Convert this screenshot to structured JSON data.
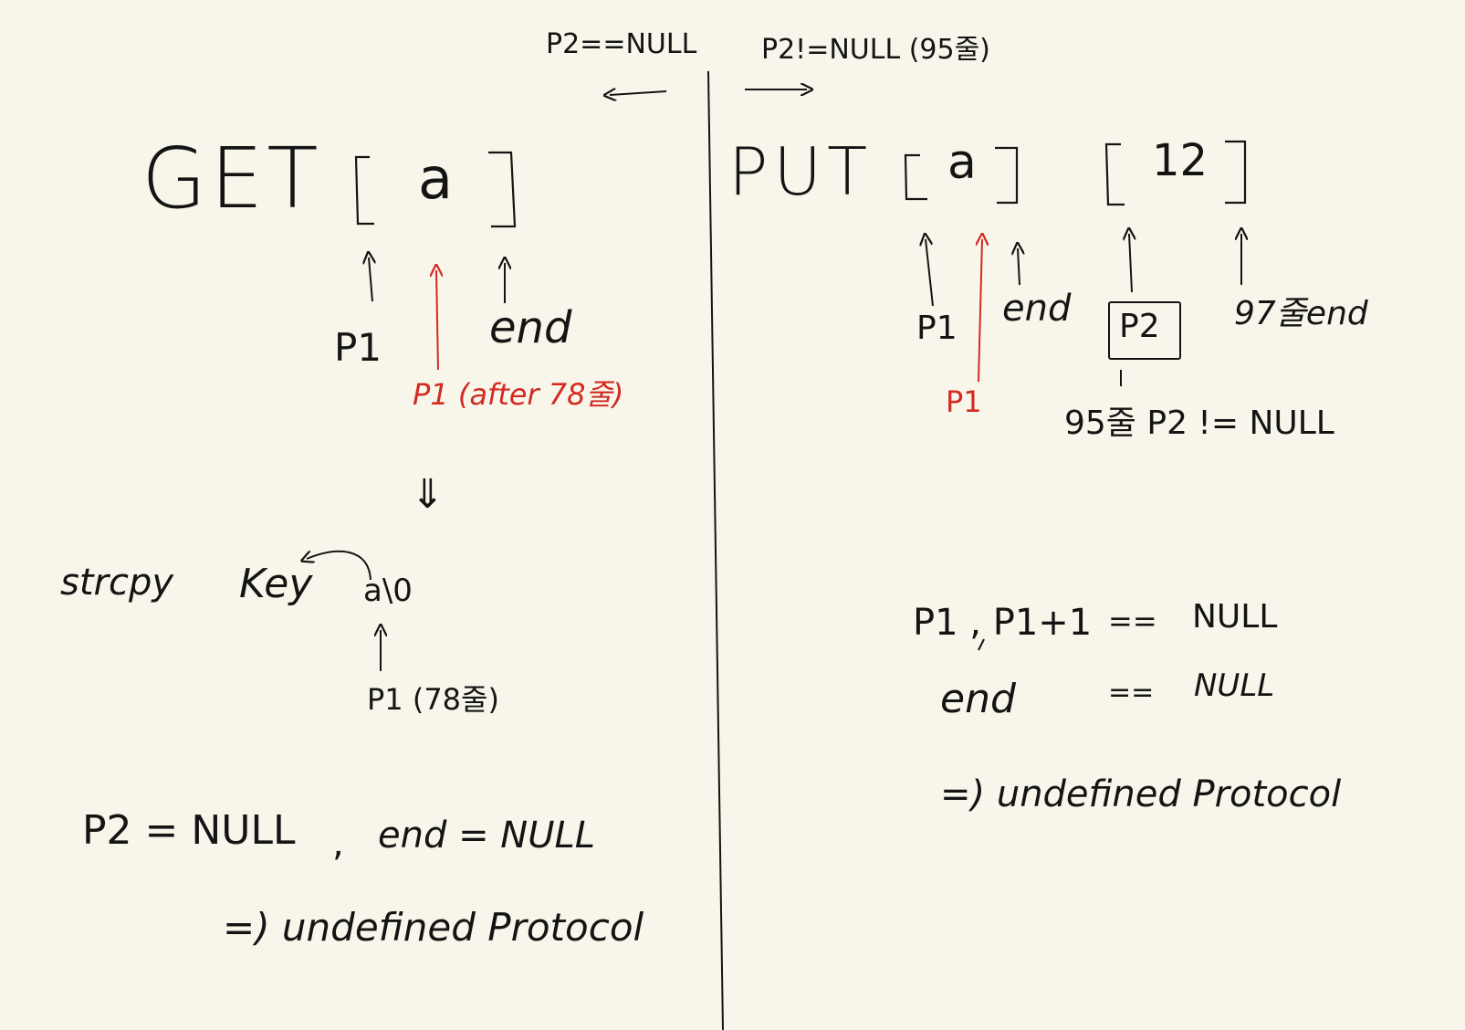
{
  "colors": {
    "ink": "#141414",
    "red": "#d42a22",
    "paper": "#f8f6ea"
  },
  "top": {
    "left_label": "P2==NULL",
    "right_label": "P2!=NULL (95줄)"
  },
  "get": {
    "command": "GET",
    "bracket_content": "a",
    "p1_label": "P1",
    "end_label": "end",
    "p1_after_label": "P1 (after 78줄)",
    "down_arrow": "⇓",
    "strcpy_label": "strcpy",
    "key_label": "Key",
    "key_value": "a\\0",
    "p1_78_label": "P1 (78줄)",
    "status_line_p2": "P2 = NULL",
    "status_comma": ",",
    "status_line_end": "end = NULL",
    "conclusion": "=) undefined Protocol"
  },
  "put": {
    "command": "PUT",
    "bracket1_content": "a",
    "bracket2_content": "12",
    "p1_label": "P1",
    "end_label": "end",
    "p2_label": "P2",
    "end97_label": "97줄end",
    "p1_red_label": "P1",
    "p2_note": "95줄 P2 != NULL",
    "cond1_left": "P1 , P1+1",
    "cond1_op": "==",
    "cond1_right": "NULL",
    "cond2_left": "end",
    "cond2_op": "==",
    "cond2_right": "NULL",
    "conclusion": "=) undefined Protocol"
  }
}
